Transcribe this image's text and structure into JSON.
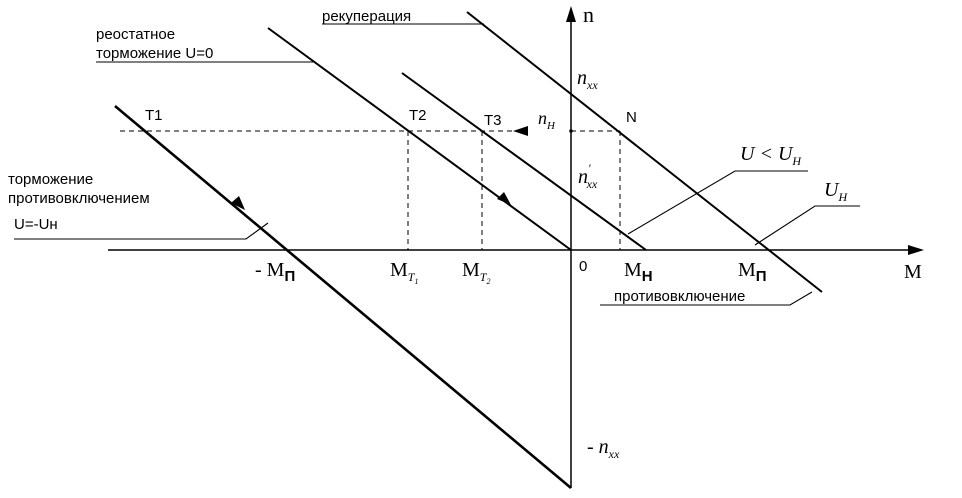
{
  "axes": {
    "y_label": "n",
    "x_label": "M",
    "origin_label": "0"
  },
  "labels": {
    "recuperation": "рекуперация",
    "rheostatic_line1": "реостатное",
    "rheostatic_line2": "торможение U=0",
    "counter_line1": "торможение",
    "counter_line2": "противовключением",
    "counter_line3": "U=-Uн",
    "counter_bottom": "противовключение",
    "point_T1": "T1",
    "point_T2": "T2",
    "point_T3": "T3",
    "point_N": "N",
    "U_less_base": "U < U",
    "U_less_sub": "Н",
    "U_nom_base": "U",
    "U_nom_sub": "Н"
  },
  "ticks": {
    "n_xx_base": "n",
    "n_xx_sub": "xx",
    "n_H_base": "n",
    "n_H_sub": "Н",
    "n_xx_prime_base": "n",
    "n_xx_prime_sup": "'",
    "n_xx_prime_sub": "xx",
    "neg_n_xx_base": "- n",
    "neg_n_xx_sub": "xx",
    "neg_M_p_base": "- M",
    "neg_M_p_sub": "П",
    "M_T1_base": "M",
    "M_T1_sub": "T",
    "M_T1_subsub": "1",
    "M_T2_base": "M",
    "M_T2_sub": "T",
    "M_T2_subsub": "2",
    "M_H_base": "M",
    "M_H_sub": "Н",
    "M_p_base": "M",
    "M_p_sub": "П"
  }
}
